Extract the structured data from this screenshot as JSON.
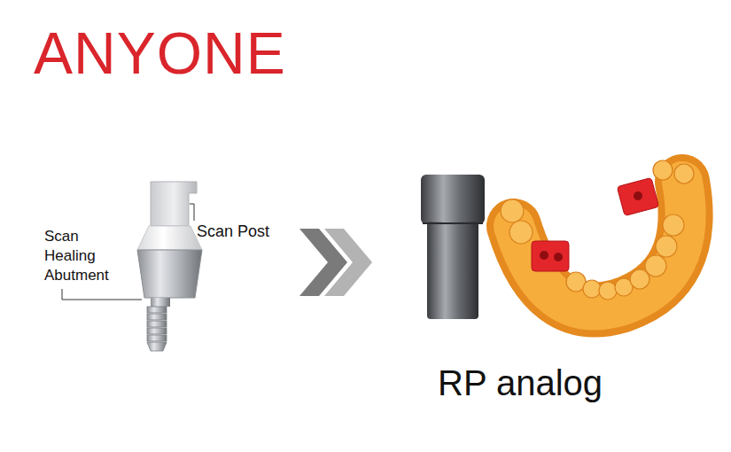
{
  "diagram": {
    "title": "ANYONE",
    "labels": [
      "Scan Healing Abutment",
      "Scan Post",
      "RP analog"
    ]
  }
}
